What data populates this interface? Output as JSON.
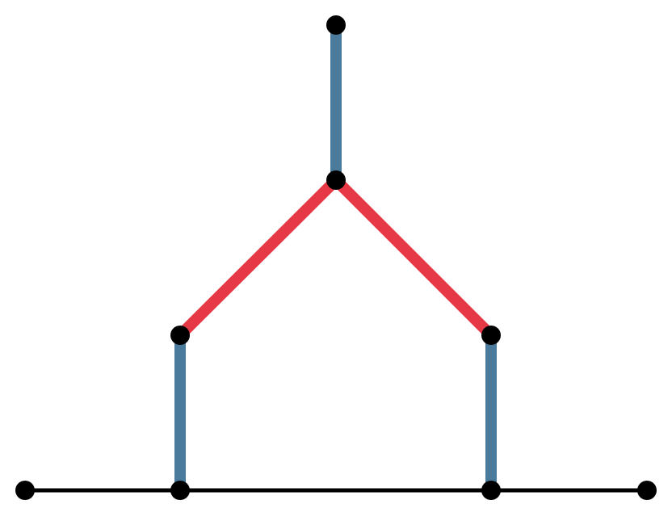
{
  "diagram": {
    "colors": {
      "background": "#ffffff",
      "blue_edge": "#4a7b9d",
      "red_edge": "#e63946",
      "baseline": "#000000",
      "node": "#000000"
    },
    "nodes": [
      {
        "id": "top"
      },
      {
        "id": "center"
      },
      {
        "id": "left-mid"
      },
      {
        "id": "right-mid"
      },
      {
        "id": "bottom-far-left"
      },
      {
        "id": "bottom-left"
      },
      {
        "id": "bottom-right"
      },
      {
        "id": "bottom-far-right"
      }
    ],
    "edges": [
      {
        "from": "top",
        "to": "center",
        "color": "blue_edge"
      },
      {
        "from": "center",
        "to": "left-mid",
        "color": "red_edge"
      },
      {
        "from": "center",
        "to": "right-mid",
        "color": "red_edge"
      },
      {
        "from": "left-mid",
        "to": "bottom-left",
        "color": "blue_edge"
      },
      {
        "from": "right-mid",
        "to": "bottom-right",
        "color": "blue_edge"
      },
      {
        "from": "bottom-far-left",
        "to": "bottom-left",
        "color": "baseline"
      },
      {
        "from": "bottom-left",
        "to": "bottom-right",
        "color": "baseline"
      },
      {
        "from": "bottom-right",
        "to": "bottom-far-right",
        "color": "baseline"
      }
    ]
  }
}
